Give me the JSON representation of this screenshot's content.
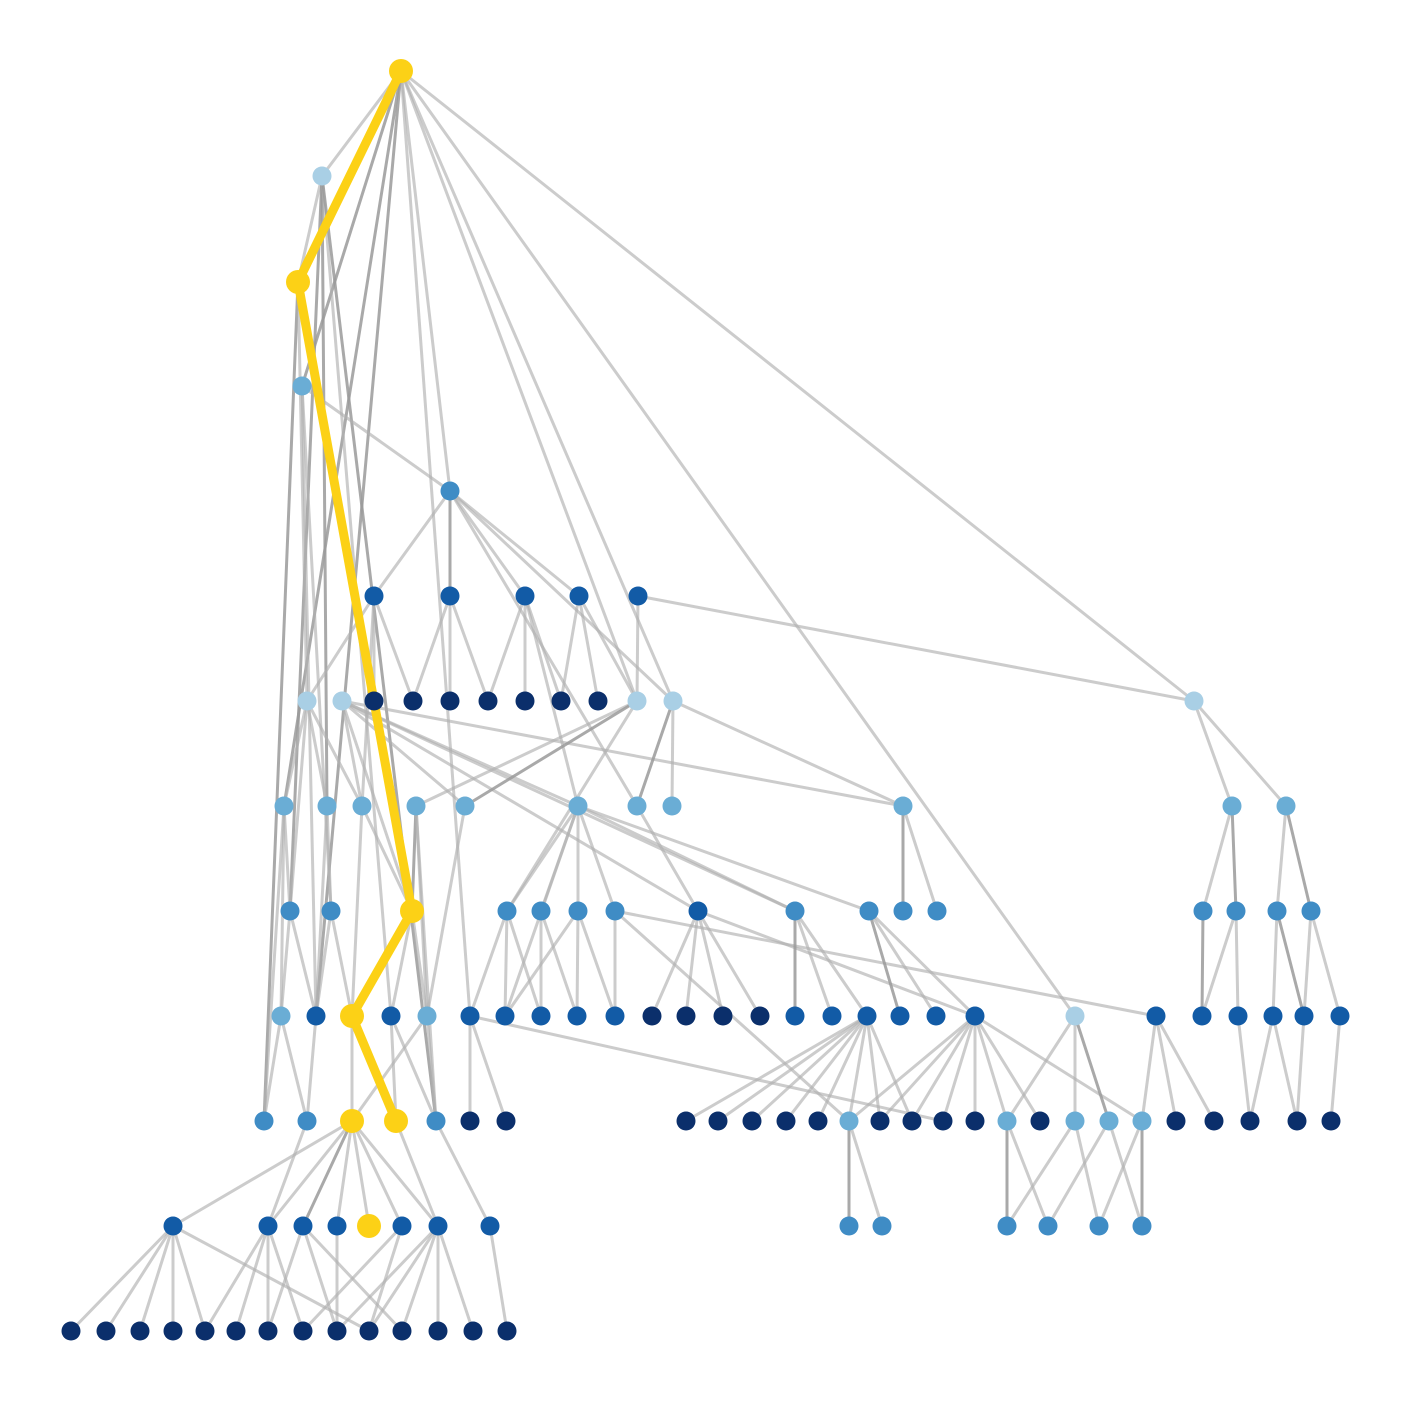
{
  "colors": {
    "background": "#ffffff",
    "edge": "#b0b0b0",
    "edge_dark": "#9a9a9a",
    "highlight": "#fcd116",
    "level_1": "#a9cfe5",
    "level_2": "#6aadd5",
    "level_3": "#3f8cc5",
    "level_4": "#125ba6",
    "level_5": "#0b2f6b"
  },
  "highlight_path": [
    "root",
    "n2b",
    "n8c",
    "n9c",
    "n10d"
  ]
}
